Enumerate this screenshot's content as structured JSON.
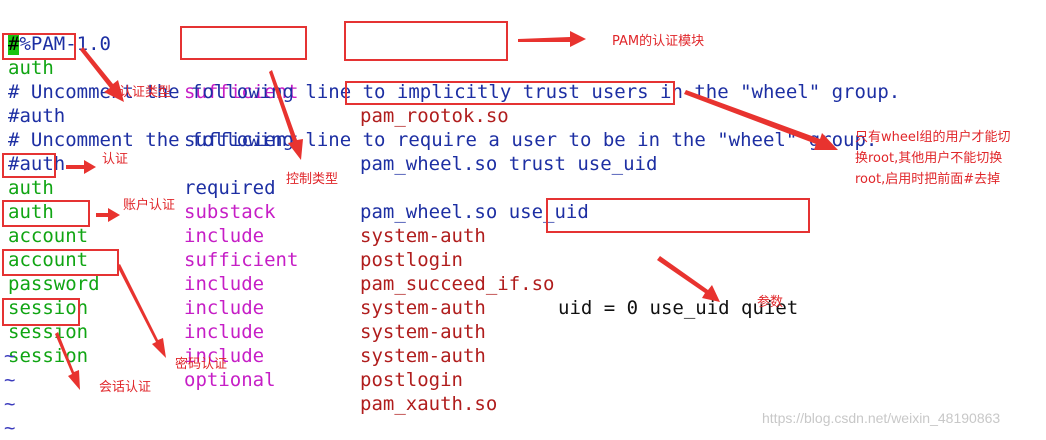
{
  "header": {
    "cursor_char": "#",
    "rest": "%PAM-1.0"
  },
  "lines": [
    {
      "type": "auth",
      "control": "sufficient",
      "module": "pam_rootok.so",
      "args": ""
    },
    {
      "full": "# Uncomment the following line to implicitly trust users in the \"wheel\" group."
    },
    {
      "type": "#auth",
      "control": "sufficient",
      "module": "pam_wheel.so trust use_uid",
      "args": ""
    },
    {
      "full": "# Uncomment the following line to require a user to be in the \"wheel\" group."
    },
    {
      "type": "#auth",
      "control": "required",
      "module": "pam_wheel.so use_uid",
      "args": ""
    },
    {
      "type": "auth",
      "control": "substack",
      "module": "system-auth",
      "args": ""
    },
    {
      "type": "auth",
      "control": "include",
      "module": "postlogin",
      "args": ""
    },
    {
      "type": "account",
      "control": "sufficient",
      "module": "pam_succeed_if.so",
      "args": "uid = 0 use_uid quiet"
    },
    {
      "type": "account",
      "control": "include",
      "module": "system-auth",
      "args": ""
    },
    {
      "type": "password",
      "control": "include",
      "module": "system-auth",
      "args": ""
    },
    {
      "type": "session",
      "control": "include",
      "module": "system-auth",
      "args": ""
    },
    {
      "type": "session",
      "control": "include",
      "module": "postlogin",
      "args": ""
    },
    {
      "type": "session",
      "control": "optional",
      "module": "pam_xauth.so",
      "args": ""
    }
  ],
  "tildes": [
    "~",
    "~",
    "~",
    "~"
  ],
  "annotations": {
    "pam_module": "PAM的认证模块",
    "auth_type": "认证类型",
    "control_type": "控制类型",
    "auth": "认证",
    "account_auth": "账户认证",
    "wheel_note_1": "只有wheel组的用户才能切",
    "wheel_note_2": "换root,其他用户不能切换",
    "wheel_note_3": "root,启用时把前面#去掉",
    "params": "参数",
    "password_auth": "密码认证",
    "session_auth": "会话认证"
  },
  "watermark": "https://blog.csdn.net/weixin_48190863",
  "colors": {
    "type": "#10a513",
    "control": "#c61ec6",
    "module": "#b01d1d",
    "comment": "#1d2fa3",
    "cursor": "#19c40f",
    "annotation": "#e0262a"
  }
}
